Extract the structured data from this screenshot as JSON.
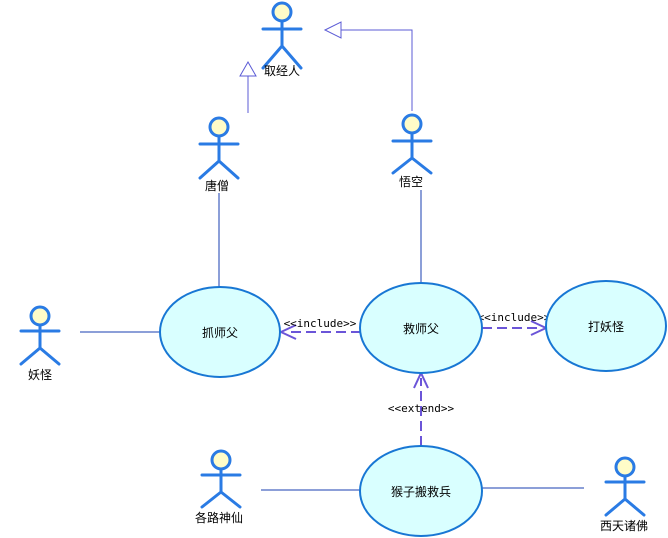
{
  "actors": {
    "pilgrim": "取经人",
    "tang_monk": "唐僧",
    "wukong": "悟空",
    "demon": "妖怪",
    "immortals": "各路神仙",
    "buddhas": "西天诸佛"
  },
  "use_cases": {
    "capture": "抓师父",
    "rescue": "救师父",
    "fight": "打妖怪",
    "reinforce": "猴子搬救兵"
  },
  "stereotypes": {
    "include_left": "<<include>>",
    "include_right": "<<include>>",
    "extend": "<<extend>>"
  },
  "colors": {
    "actor_stroke": "#2a7be4",
    "actor_head_fill": "#fffcc8",
    "use_case_fill": "#d9ffff",
    "use_case_stroke": "#1877d4",
    "dependency": "#6b55d8",
    "association": "#1a3fb0"
  }
}
